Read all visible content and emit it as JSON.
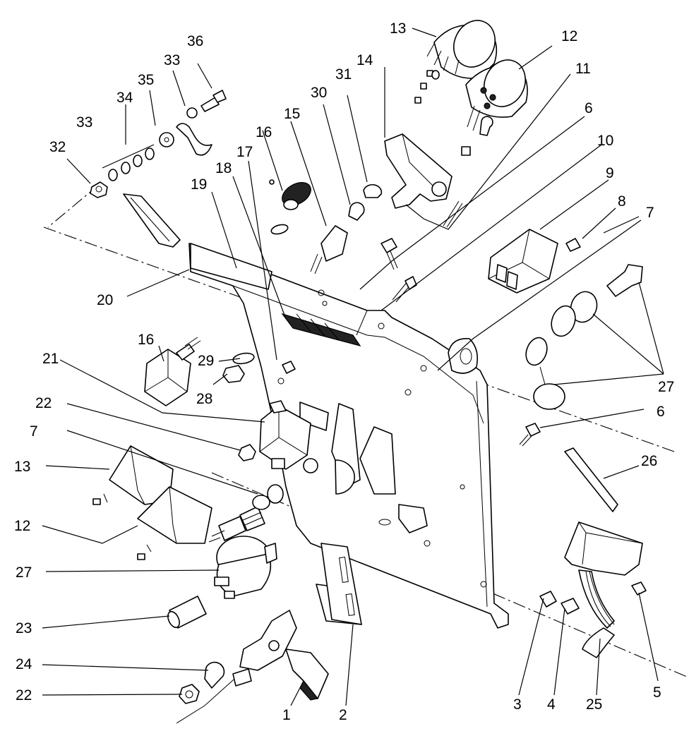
{
  "callouts": {
    "c1": "1",
    "c2": "2",
    "c3": "3",
    "c4": "4",
    "c5": "5",
    "c6a": "6",
    "c6b": "6",
    "c7a": "7",
    "c7b": "7",
    "c8": "8",
    "c9": "9",
    "c10": "10",
    "c11": "11",
    "c12a": "12",
    "c12b": "12",
    "c13a": "13",
    "c13b": "13",
    "c14": "14",
    "c15": "15",
    "c16a": "16",
    "c16b": "16",
    "c17": "17",
    "c18": "18",
    "c19": "19",
    "c20": "20",
    "c21": "21",
    "c22a": "22",
    "c22b": "22",
    "c23": "23",
    "c24": "24",
    "c25": "25",
    "c26": "26",
    "c27a": "27",
    "c27b": "27",
    "c28": "28",
    "c29": "29",
    "c30": "30",
    "c31": "31",
    "c32": "32",
    "c33a": "33",
    "c33b": "33",
    "c34": "34",
    "c35": "35",
    "c36": "36"
  }
}
